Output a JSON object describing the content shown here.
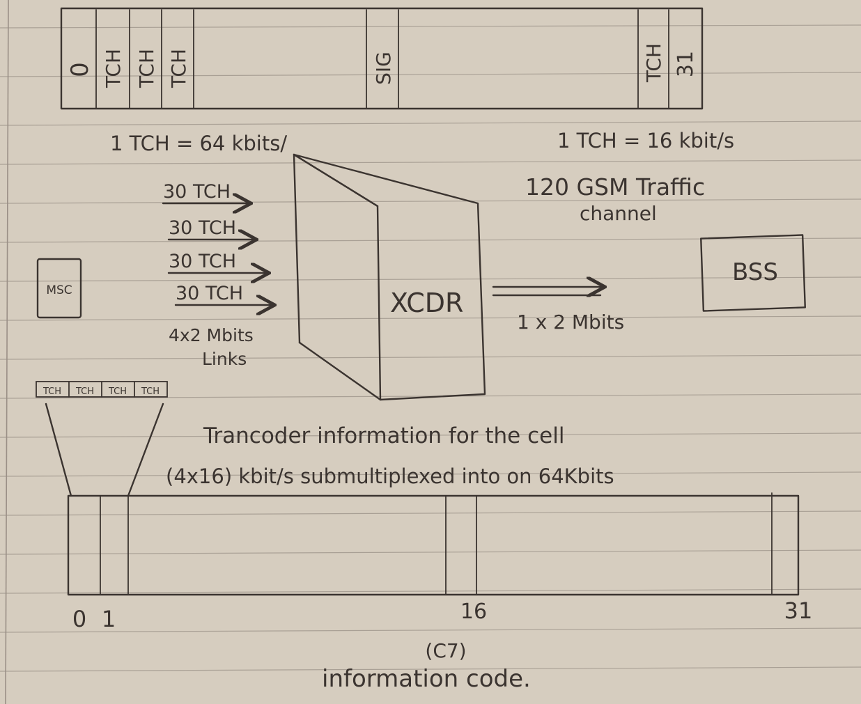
{
  "top_frame": {
    "slot_first": "0",
    "slot_tch_1": "TCH",
    "slot_tch_2": "TCH",
    "slot_tch_3": "TCH",
    "slot_sig": "SIG",
    "slot_tch_last": "TCH",
    "slot_last": "31"
  },
  "left_rate": "1 TCH = 64 kbits/",
  "right_rate": "1 TCH = 16 kbit/s",
  "gsm_line1": "120 GSM Traffic",
  "gsm_line2": "channel",
  "msc_label": "MSC",
  "inputs": [
    "30 TCH",
    "30 TCH",
    "30 TCH",
    "30 TCH"
  ],
  "links_line1": "4x2 Mbits",
  "links_line2": "Links",
  "xcdr_label": "XCDR",
  "output_label": "1 x 2 Mbits",
  "bss_label": "BSS",
  "submux_cells": [
    "TCH",
    "TCH",
    "TCH",
    "TCH"
  ],
  "transcoder_line1": "Trancoder information for the cell",
  "transcoder_line2": "(4x16) kbit/s submultiplexed into on 64Kbits",
  "bottom_ticks": {
    "t0": "0",
    "t1": "1",
    "t16": "16",
    "t31": "31"
  },
  "code_line1": "(C7)",
  "code_line2": "information code."
}
